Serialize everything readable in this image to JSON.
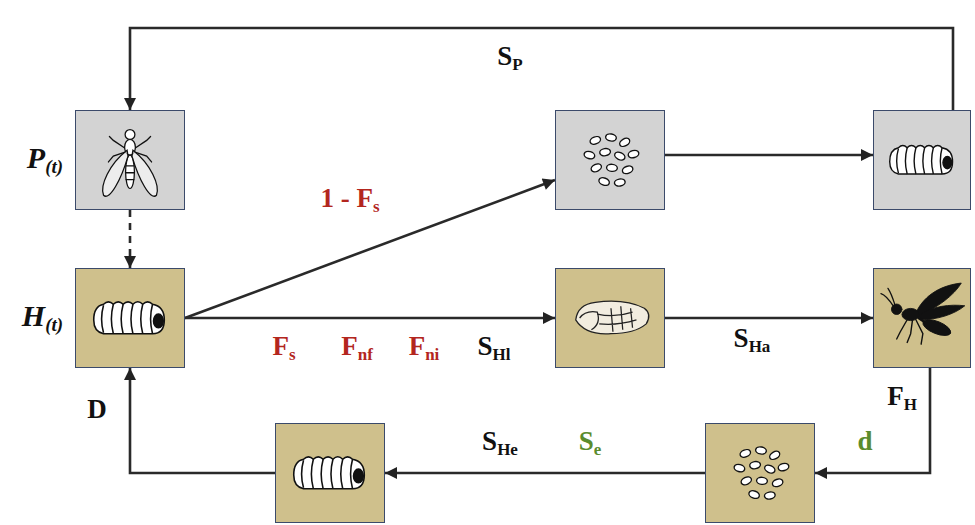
{
  "diagram": {
    "nodes": [
      {
        "text": [
          "P(t)"
        ]
      },
      {
        "text": []
      },
      {
        "text": []
      },
      {
        "text": [
          "H(t)"
        ]
      },
      {
        "text": []
      },
      {
        "text": []
      },
      {
        "text": []
      },
      {
        "text": []
      }
    ],
    "edges": [
      {
        "from": 2,
        "to": 0,
        "arrow": "to",
        "label": "SP"
      },
      {
        "from": 0,
        "to": 3,
        "arrow": "to"
      },
      {
        "from": 3,
        "to": 1,
        "arrow": "to",
        "label": "1 - Fs"
      },
      {
        "from": 1,
        "to": 2,
        "arrow": "to"
      },
      {
        "from": 3,
        "to": 4,
        "arrow": "to"
      },
      {
        "from": 4,
        "to": 5,
        "arrow": "to",
        "label": "SHa"
      },
      {
        "from": 5,
        "to": 6,
        "arrow": "to"
      },
      {
        "from": 6,
        "to": 7,
        "arrow": "to"
      },
      {
        "from": 7,
        "to": 3,
        "arrow": "to",
        "label": "D"
      }
    ],
    "labels": [
      "Fs",
      "Fnf",
      "Fni",
      "SHl",
      "FH",
      "d",
      "SHe",
      "Se"
    ]
  }
}
